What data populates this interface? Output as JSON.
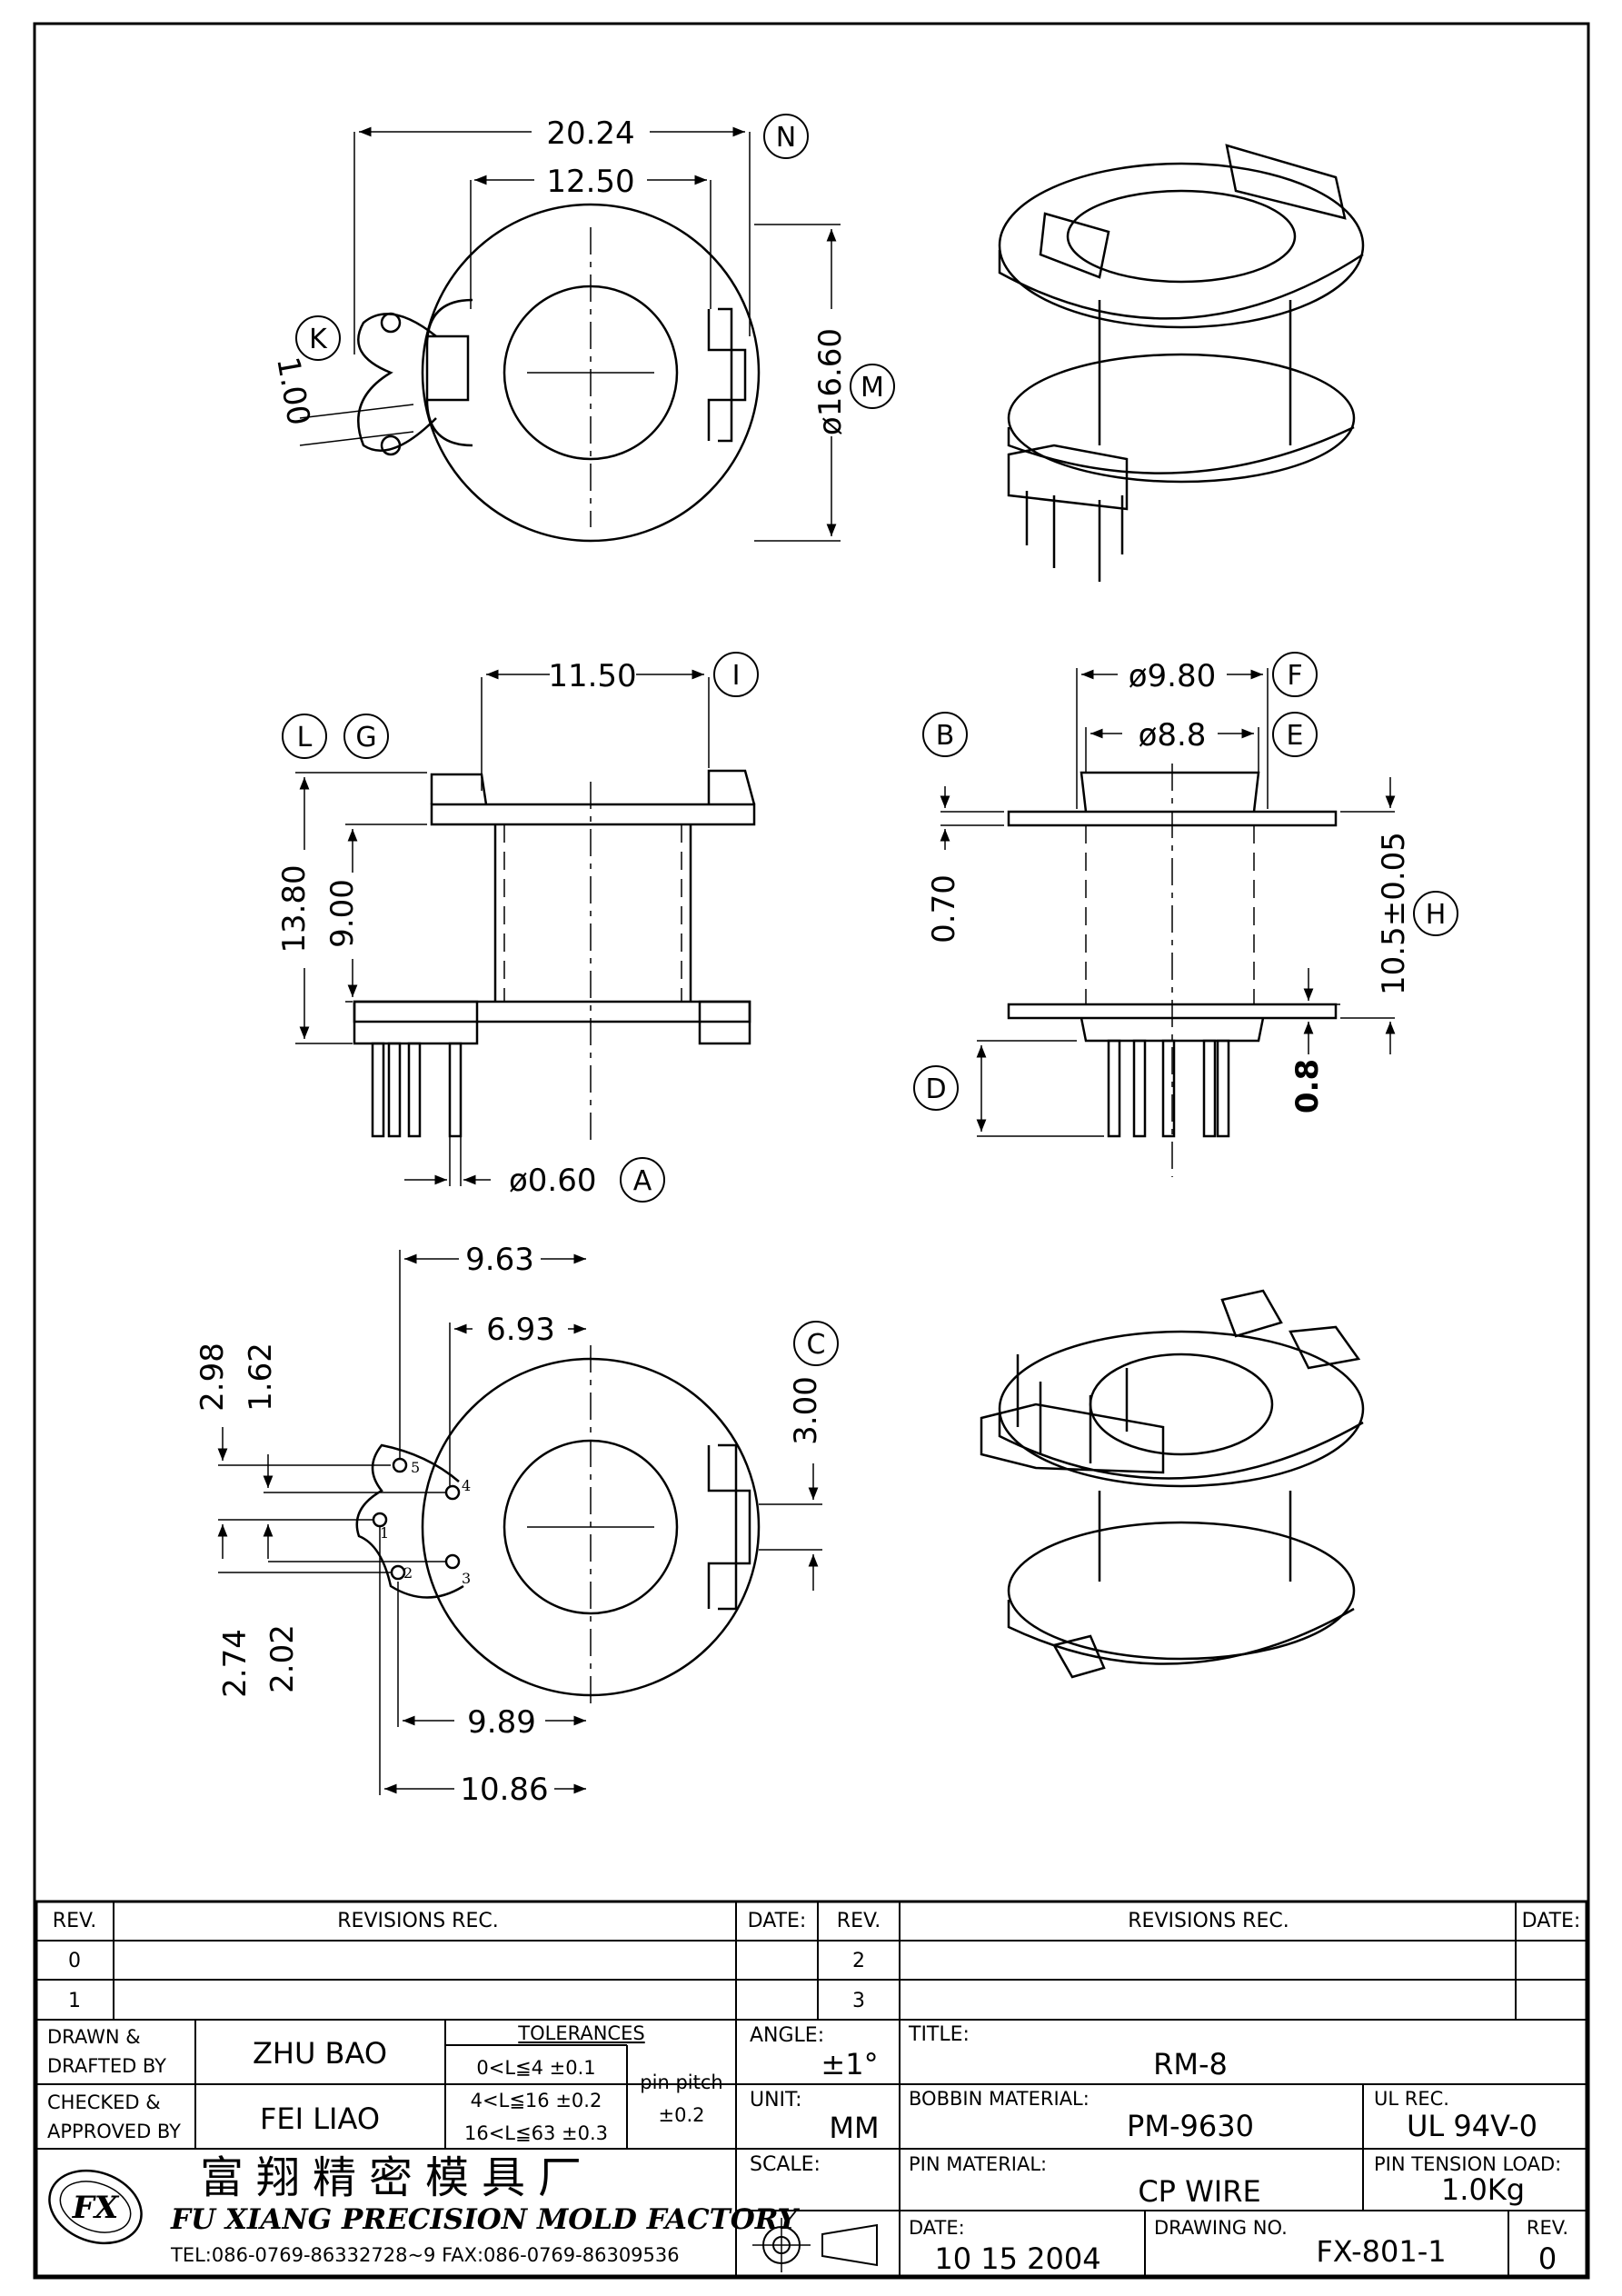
{
  "views": {
    "top": {
      "dims": [
        "20.24",
        "12.50",
        "1.00",
        "ø16.60"
      ],
      "refs": [
        "N",
        "K",
        "M"
      ]
    },
    "front": {
      "dims": [
        "11.50",
        "13.80",
        "9.00",
        "ø0.60"
      ],
      "refs": [
        "I",
        "L",
        "G",
        "A"
      ]
    },
    "side": {
      "dims": [
        "ø9.80",
        "ø8.8",
        "0.70",
        "10.5±0.05",
        "0.8"
      ],
      "refs": [
        "F",
        "B",
        "E",
        "H",
        "D"
      ]
    },
    "bottom": {
      "dims": [
        "9.63",
        "6.93",
        "2.98",
        "1.62",
        "3.00",
        "2.74",
        "2.02",
        "9.89",
        "10.86"
      ],
      "refs": [
        "C"
      ],
      "pins": [
        "5",
        "4",
        "1",
        "2",
        "3"
      ]
    }
  },
  "title_block": {
    "rev_header": "REV.",
    "revisions_header": "REVISIONS   REC.",
    "date_header": "DATE:",
    "rev_rows_left": [
      "0",
      "1"
    ],
    "rev_rows_right": [
      "2",
      "3"
    ],
    "drawn_label_1": "DRAWN &",
    "drawn_label_2": "DRAFTED BY",
    "drawn_by": "ZHU  BAO",
    "checked_label_1": "CHECKED &",
    "checked_label_2": "APPROVED BY",
    "checked_by": "FEI LIAO",
    "tolerances_label": "TOLERANCES",
    "tolerance_rows": [
      "0<L≦4   ±0.1",
      "4<L≦16  ±0.2",
      "16<L≦63  ±0.3"
    ],
    "pin_pitch_label": "pin  pitch",
    "pin_pitch_value": "±0.2",
    "angle_label": "ANGLE:",
    "angle_value": "±1°",
    "unit_label": "UNIT:",
    "unit_value": "MM",
    "scale_label": "SCALE:",
    "title_label": "TITLE:",
    "title_value": "RM-8",
    "bobbin_label": "BOBBIN  MATERIAL:",
    "bobbin_value": "PM-9630",
    "ul_label": "UL REC.",
    "ul_value": "UL  94V-0",
    "pin_material_label": "PIN  MATERIAL:",
    "pin_material_value": "CP  WIRE",
    "pin_tension_label": "PIN  TENSION  LOAD:",
    "pin_tension_value": "1.0Kg",
    "date_label": "DATE:",
    "date_value": "10  15  2004",
    "drawing_no_label": "DRAWING  NO.",
    "drawing_no_value": "FX-801-1",
    "rev_label": "REV.",
    "rev_value": "0",
    "company_cn": "富翔精密模具厂",
    "company_en": "FU XIANG PRECISION MOLD FACTORY",
    "contact": "TEL:086-0769-86332728~9  FAX:086-0769-86309536",
    "logo_text": "FX"
  }
}
